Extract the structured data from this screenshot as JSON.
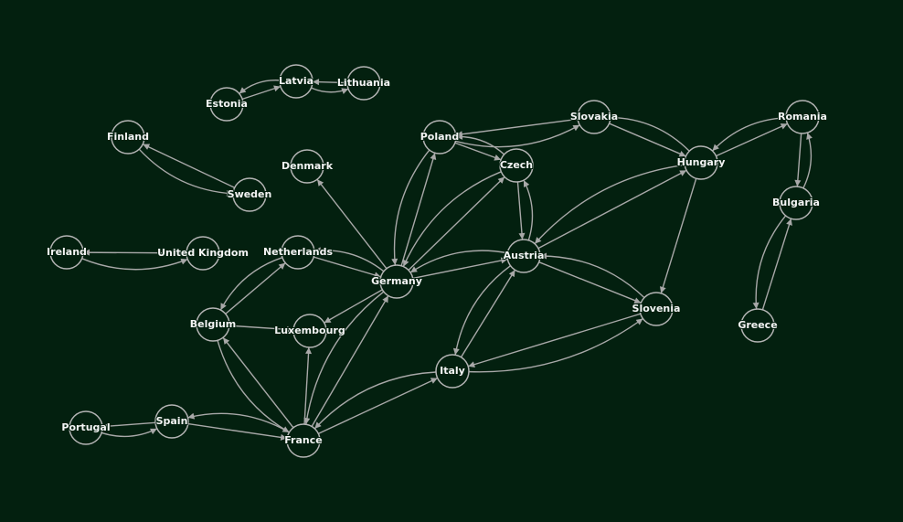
{
  "nodes": [
    {
      "id": "latvia",
      "label": "Latvia"
    },
    {
      "id": "lithuania",
      "label": "Lithuania"
    },
    {
      "id": "estonia",
      "label": "Estonia"
    },
    {
      "id": "finland",
      "label": "Finland"
    },
    {
      "id": "sweden",
      "label": "Sweden"
    },
    {
      "id": "denmark",
      "label": "Denmark"
    },
    {
      "id": "ireland",
      "label": "Ireland"
    },
    {
      "id": "uk",
      "label": "United Kingdom"
    },
    {
      "id": "netherlands",
      "label": "Netherlands"
    },
    {
      "id": "germany",
      "label": "Germany"
    },
    {
      "id": "belgium",
      "label": "Belgium"
    },
    {
      "id": "luxembourg",
      "label": "Luxembourg"
    },
    {
      "id": "poland",
      "label": "Poland"
    },
    {
      "id": "czech",
      "label": "Czech"
    },
    {
      "id": "slovakia",
      "label": "Slovakia"
    },
    {
      "id": "hungary",
      "label": "Hungary"
    },
    {
      "id": "romania",
      "label": "Romania"
    },
    {
      "id": "bulgaria",
      "label": "Bulgaria"
    },
    {
      "id": "greece",
      "label": "Greece"
    },
    {
      "id": "austria",
      "label": "Austria"
    },
    {
      "id": "slovenia",
      "label": "Slovenia"
    },
    {
      "id": "italy",
      "label": "Italy"
    },
    {
      "id": "france",
      "label": "France"
    },
    {
      "id": "spain",
      "label": "Spain"
    },
    {
      "id": "portugal",
      "label": "Portugal"
    }
  ],
  "edges": [
    [
      "lithuania",
      "latvia"
    ],
    [
      "latvia",
      "lithuania"
    ],
    [
      "estonia",
      "latvia"
    ],
    [
      "latvia",
      "estonia"
    ],
    [
      "sweden",
      "finland"
    ],
    [
      "finland",
      "sweden"
    ],
    [
      "uk",
      "ireland"
    ],
    [
      "ireland",
      "uk"
    ],
    [
      "germany",
      "denmark"
    ],
    [
      "netherlands",
      "germany"
    ],
    [
      "germany",
      "netherlands"
    ],
    [
      "belgium",
      "netherlands"
    ],
    [
      "netherlands",
      "belgium"
    ],
    [
      "belgium",
      "luxembourg"
    ],
    [
      "germany",
      "luxembourg"
    ],
    [
      "france",
      "luxembourg"
    ],
    [
      "france",
      "belgium"
    ],
    [
      "belgium",
      "france"
    ],
    [
      "france",
      "germany"
    ],
    [
      "germany",
      "france"
    ],
    [
      "spain",
      "france"
    ],
    [
      "france",
      "spain"
    ],
    [
      "spain",
      "portugal"
    ],
    [
      "portugal",
      "spain"
    ],
    [
      "france",
      "italy"
    ],
    [
      "italy",
      "france"
    ],
    [
      "italy",
      "austria"
    ],
    [
      "austria",
      "italy"
    ],
    [
      "slovenia",
      "italy"
    ],
    [
      "italy",
      "slovenia"
    ],
    [
      "austria",
      "slovenia"
    ],
    [
      "slovenia",
      "austria"
    ],
    [
      "germany",
      "austria"
    ],
    [
      "austria",
      "germany"
    ],
    [
      "germany",
      "czech"
    ],
    [
      "czech",
      "germany"
    ],
    [
      "germany",
      "poland"
    ],
    [
      "poland",
      "germany"
    ],
    [
      "poland",
      "czech"
    ],
    [
      "czech",
      "poland"
    ],
    [
      "czech",
      "austria"
    ],
    [
      "austria",
      "czech"
    ],
    [
      "slovakia",
      "poland"
    ],
    [
      "poland",
      "slovakia"
    ],
    [
      "slovakia",
      "hungary"
    ],
    [
      "hungary",
      "slovakia"
    ],
    [
      "austria",
      "hungary"
    ],
    [
      "hungary",
      "austria"
    ],
    [
      "hungary",
      "slovenia"
    ],
    [
      "hungary",
      "romania"
    ],
    [
      "romania",
      "hungary"
    ],
    [
      "romania",
      "bulgaria"
    ],
    [
      "bulgaria",
      "romania"
    ],
    [
      "greece",
      "bulgaria"
    ],
    [
      "bulgaria",
      "greece"
    ]
  ],
  "colors": {
    "background": "#03200f",
    "edge": "#a8a8a8",
    "node_stroke": "#b4b4b4",
    "label": "#f4f4f4"
  }
}
